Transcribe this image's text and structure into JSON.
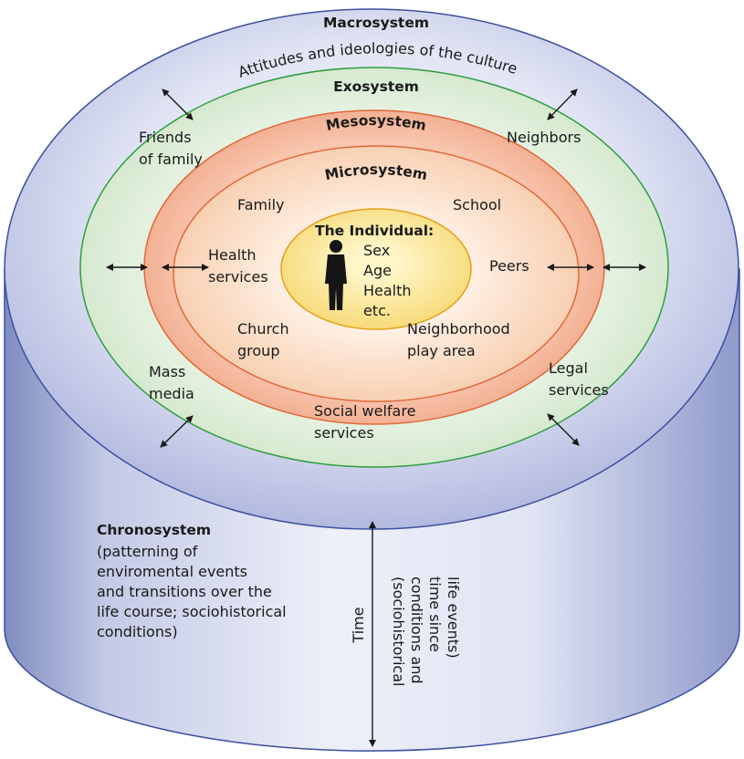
{
  "macrosystem": {
    "title": "Macrosystem",
    "subtitle": "Attitudes and ideologies of the culture"
  },
  "exosystem": {
    "title": "Exosystem",
    "items": {
      "friends_line1": "Friends",
      "friends_line2": "of family",
      "neighbors": "Neighbors",
      "mass_media_line1": "Mass",
      "mass_media_line2": "media",
      "legal_line1": "Legal",
      "legal_line2": "services",
      "social_welfare_line1": "Social welfare",
      "social_welfare_line2": "services"
    }
  },
  "mesosystem": {
    "title": "Mesosystem"
  },
  "microsystem": {
    "title": "Microsystem",
    "items": {
      "family": "Family",
      "school": "School",
      "health_line1": "Health",
      "health_line2": "services",
      "peers": "Peers",
      "church_line1": "Church",
      "church_line2": "group",
      "neighborhood_line1": "Neighborhood",
      "neighborhood_line2": "play area"
    }
  },
  "individual": {
    "title": "The Individual:",
    "traits": [
      "Sex",
      "Age",
      "Health",
      "etc."
    ]
  },
  "chronosystem": {
    "title": "Chronosystem",
    "description_lines": [
      "(patterning of",
      "enviromental events",
      "and transitions over the",
      "life course; sociohistorical",
      "conditions)"
    ]
  },
  "time_axis": {
    "label": "Time",
    "description_lines": [
      "(sociohistorical",
      "conditions and",
      "time since",
      "life events)"
    ]
  },
  "colors": {
    "cylinder_side_light": "#e9ecf7",
    "cylinder_side_dark": "#8e98c6",
    "cylinder_top": "#c8cde9",
    "cylinder_outline": "#3d4fa0",
    "exosystem_fill": "#d9ecd4",
    "exosystem_outline": "#2f9e3f",
    "mesosystem_fill": "#f5b9a0",
    "micro_fill": "#fbe1d2",
    "ring_outline": "#e0683a",
    "individual_fill": "#fbe7a1",
    "individual_outline": "#e3a21a"
  }
}
